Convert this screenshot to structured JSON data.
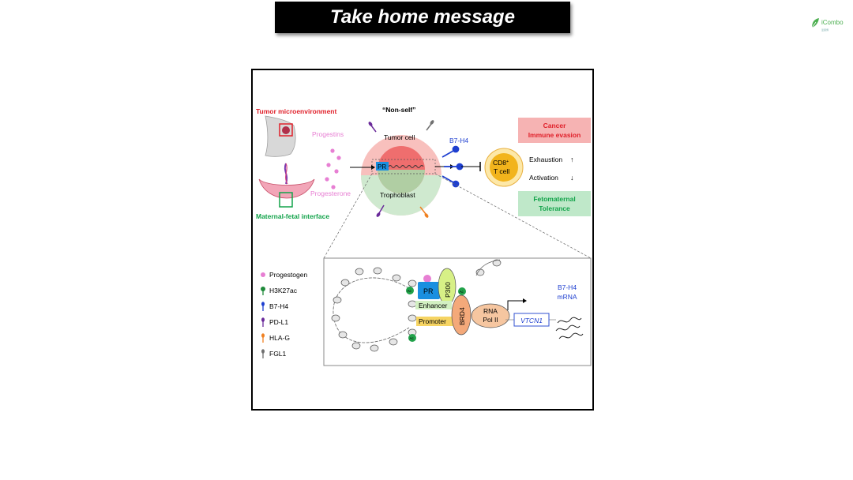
{
  "header": {
    "title": "Take home message",
    "logo_text": "iCombo",
    "logo_sub": "爱康博"
  },
  "figure": {
    "top": {
      "tumor_microenvironment": "Tumor microenvironment",
      "maternal_fetal_interface": "Maternal-fetal interface",
      "progestins": "Progestins",
      "progesterone": "Progesterone",
      "non_self": "“Non-self”",
      "tumor_cell": "Tumor cell",
      "trophoblast": "Trophoblast",
      "pr": "PR",
      "b7h4": "B7-H4",
      "cd8_line1": "CD8",
      "cd8_sup": "+",
      "cd8_line2": "T cell",
      "exhaustion": "Exhaustion",
      "exhaustion_arrow": "↑",
      "activation": "Activation",
      "activation_arrow": "↓",
      "cancer_line1": "Cancer",
      "cancer_line2": "Immune evasion",
      "feto_line1": "Fetomaternal",
      "feto_line2": "Tolerance"
    },
    "legend": [
      {
        "label": "Progestogen",
        "color": "#e77fd3"
      },
      {
        "label": "H3K27ac",
        "color": "#1f8a3a"
      },
      {
        "label": "B7-H4",
        "color": "#1e3fd0"
      },
      {
        "label": "PD-L1",
        "color": "#6a2a9a"
      },
      {
        "label": "HLA-G",
        "color": "#f08020"
      },
      {
        "label": "FGL1",
        "color": "#707070"
      }
    ],
    "detail": {
      "ac": "Ac",
      "pr": "PR",
      "p300": "P300",
      "enhancer": "Enhancer",
      "promoter": "Promoter",
      "brd4": "BRD4",
      "rna_line1": "RNA",
      "rna_line2": "Pol II",
      "vtcn1": "VTCN1",
      "mrna_line1": "B7-H4",
      "mrna_line2": "mRNA"
    },
    "colors": {
      "red_label": "#e0202a",
      "green_label": "#12a34a",
      "pink": "#e77fd3",
      "blue": "#1e3fd0",
      "cancer_box": "#f6b3b3",
      "feto_box": "#bfe8c9"
    }
  }
}
